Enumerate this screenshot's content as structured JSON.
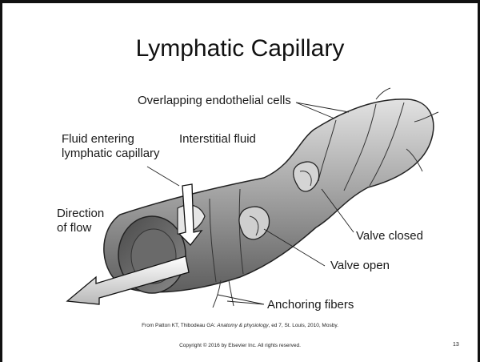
{
  "title": "Lymphatic Capillary",
  "labels": {
    "overlapping_cells": "Overlapping endothelial cells",
    "fluid_entering_1": "Fluid entering",
    "fluid_entering_2": "lymphatic capillary",
    "interstitial_fluid": "Interstitial fluid",
    "direction_1": "Direction",
    "direction_2": "of flow",
    "valve_closed": "Valve closed",
    "valve_open": "Valve open",
    "anchoring_fibers": "Anchoring fibers"
  },
  "citation": {
    "prefix": "From Patton KT, Thibodeau GA: ",
    "book": "Anatomy & physiology",
    "suffix": ", ed 7, St. Louis, 2010, Mosby."
  },
  "copyright": "Copyright © 2016 by Elsevier Inc. All rights reserved.",
  "page_number": "13"
}
